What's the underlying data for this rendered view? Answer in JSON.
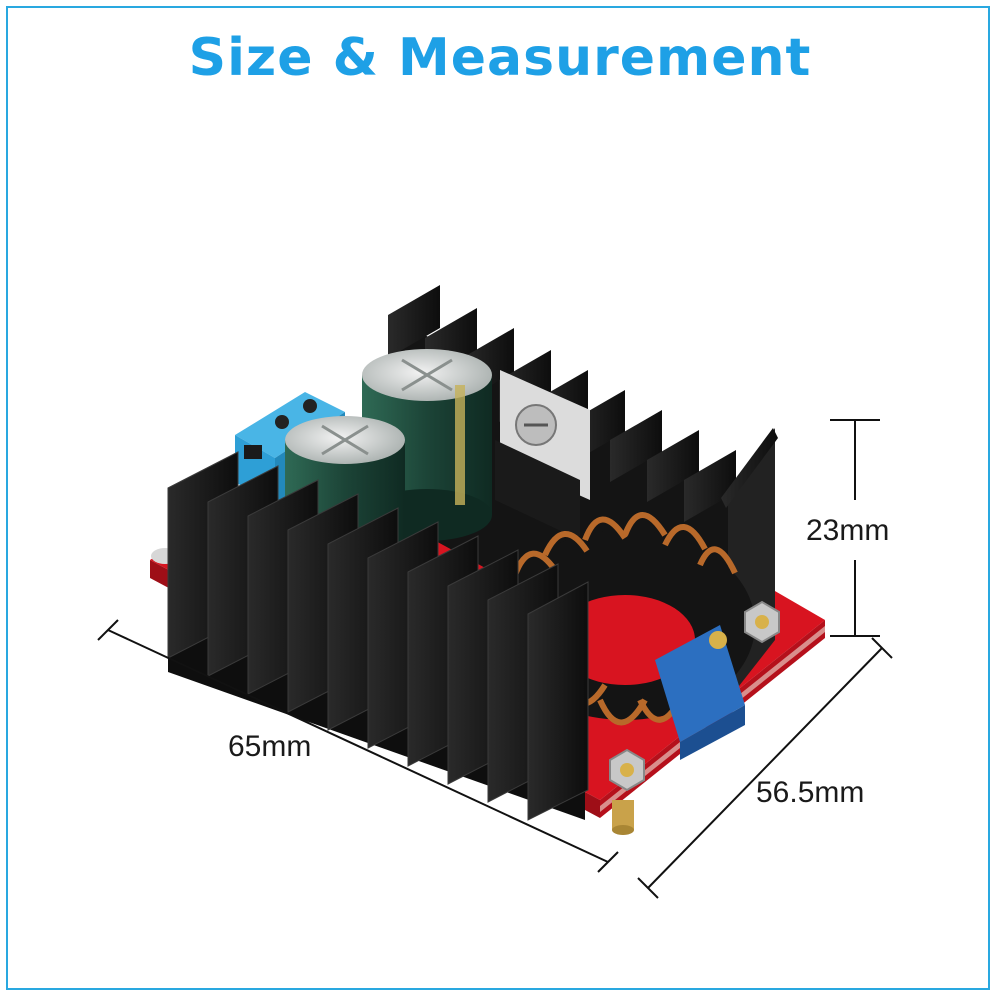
{
  "title": "Size & Measurement",
  "dimensions": {
    "length": "65mm",
    "width": "56.5mm",
    "height": "23mm"
  },
  "product": {
    "kind": "dc-dc-boost-converter-module",
    "components": [
      "heatsink",
      "electrolytic-capacitor",
      "toroid-inductor",
      "terminal-block",
      "potentiometer",
      "pcb"
    ]
  },
  "colors": {
    "title": "#1ea0e6",
    "border": "#29a8e0",
    "pcb": "#d81420",
    "heatsink": "#1b1b1b",
    "terminal": "#2e9fd6",
    "capacitor": "#1f4a3c",
    "copper": "#b8692a"
  }
}
